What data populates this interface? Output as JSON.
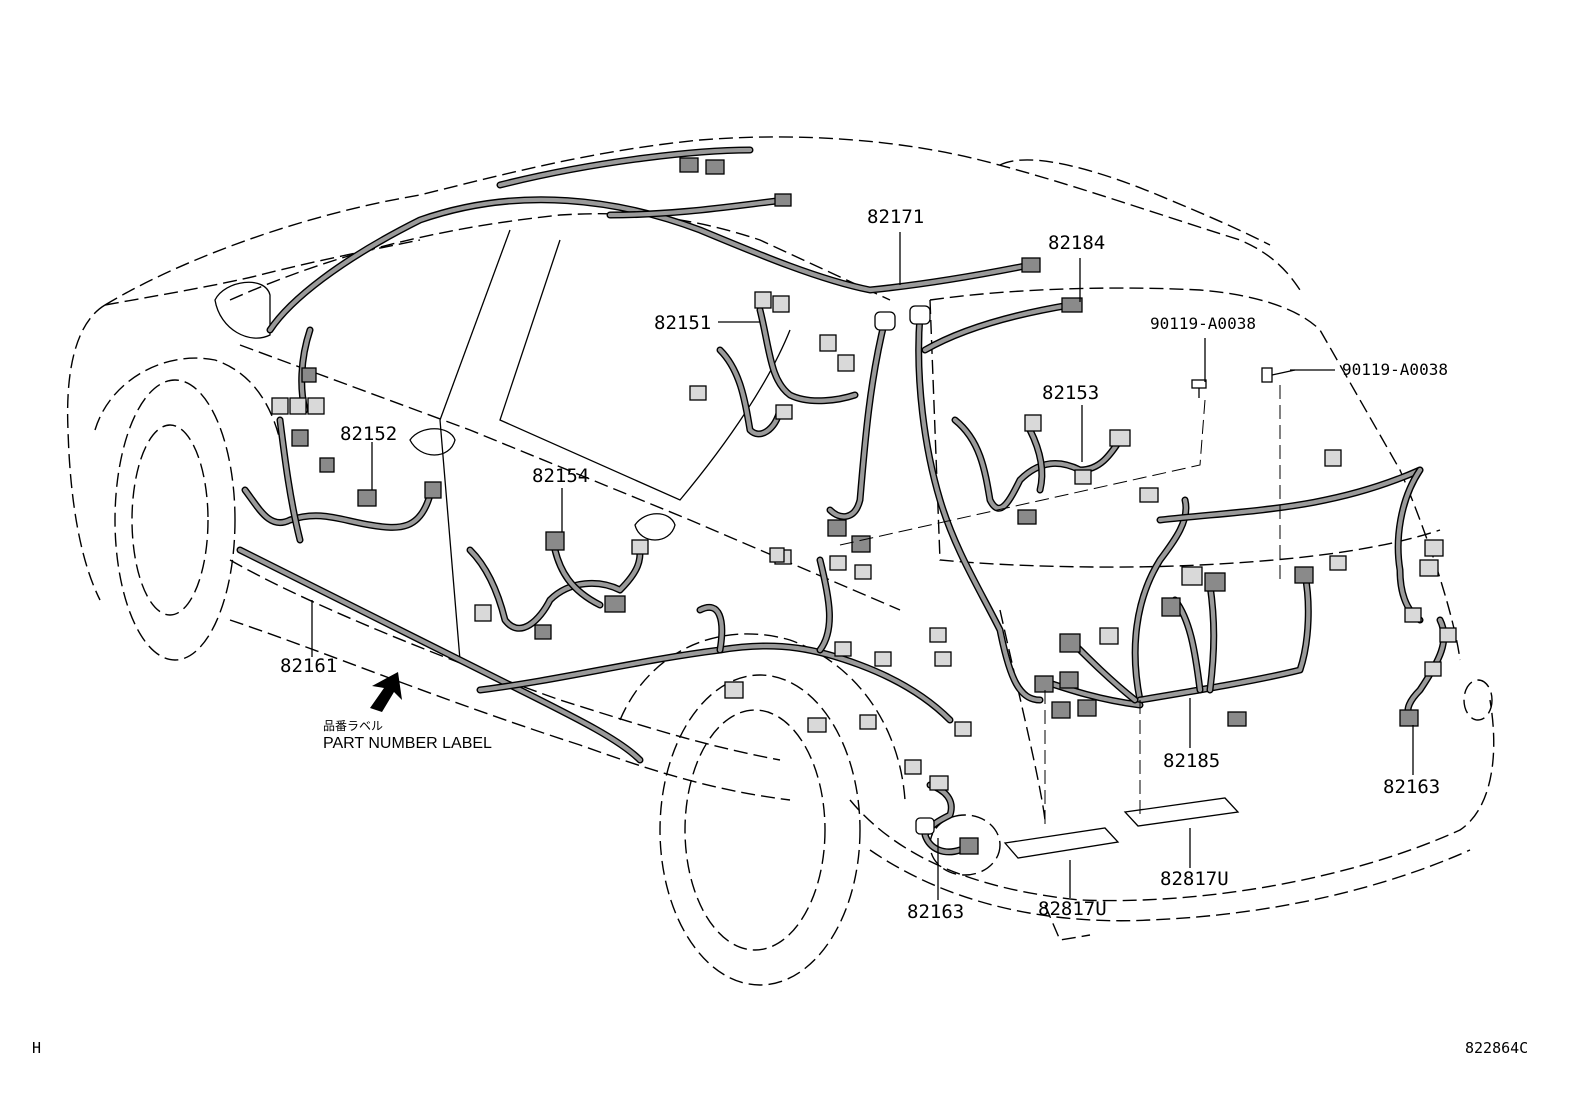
{
  "callouts": {
    "c82171": "82171",
    "c82184": "82184",
    "c82151": "82151",
    "c90119_a": "90119-A0038",
    "c90119_b": "90119-A0038",
    "c82153": "82153",
    "c82152": "82152",
    "c82154": "82154",
    "c82161": "82161",
    "c82185": "82185",
    "c82163_right": "82163",
    "c82163_left": "82163",
    "c82817U_left": "82817U",
    "c82817U_right": "82817U"
  },
  "label": {
    "japanese": "品番ラベル",
    "english": "PART NUMBER LABEL"
  },
  "footer": {
    "left_mark": "H",
    "diagram_code": "822864C"
  }
}
